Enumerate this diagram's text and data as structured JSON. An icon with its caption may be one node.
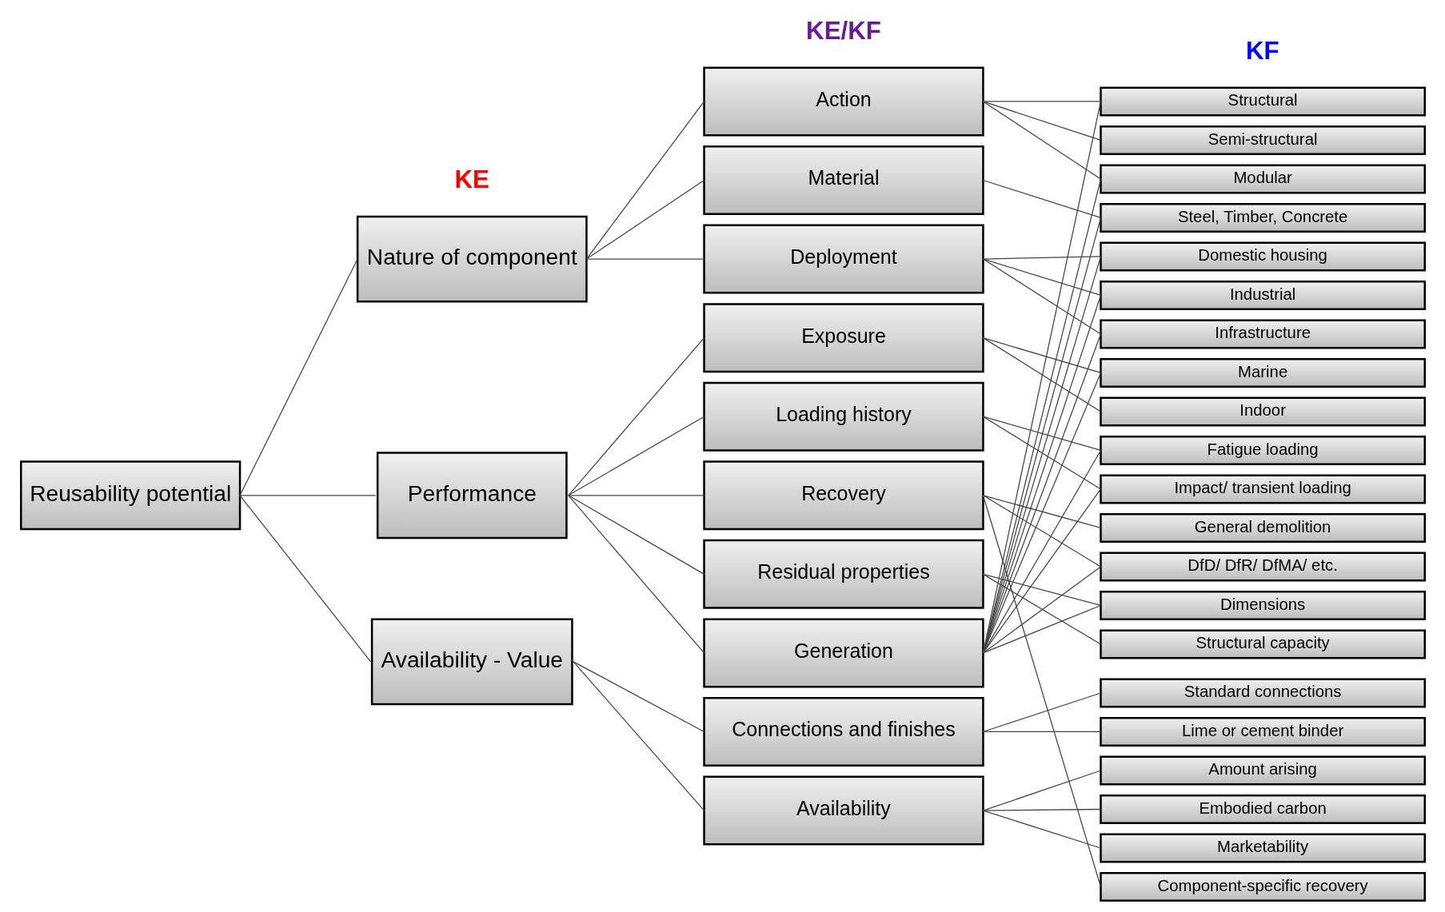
{
  "diagram": {
    "nodes": [
      {
        "text": [
          "Reusability potential"
        ]
      },
      {
        "text": [
          "Nature of component"
        ]
      },
      {
        "text": [
          "Performance"
        ]
      },
      {
        "text": [
          "Availability - Value"
        ]
      },
      {
        "text": [
          "Action"
        ]
      },
      {
        "text": [
          "Material"
        ]
      },
      {
        "text": [
          "Deployment"
        ]
      },
      {
        "text": [
          "Exposure"
        ]
      },
      {
        "text": [
          "Loading history"
        ]
      },
      {
        "text": [
          "Recovery"
        ]
      },
      {
        "text": [
          "Residual properties"
        ]
      },
      {
        "text": [
          "Generation"
        ]
      },
      {
        "text": [
          "Connections and finishes"
        ]
      },
      {
        "text": [
          "Availability"
        ]
      },
      {
        "text": [
          "Structural"
        ]
      },
      {
        "text": [
          "Semi-structural"
        ]
      },
      {
        "text": [
          "Modular"
        ]
      },
      {
        "text": [
          "Steel, Timber, Concrete"
        ]
      },
      {
        "text": [
          "Domestic housing"
        ]
      },
      {
        "text": [
          "Industrial"
        ]
      },
      {
        "text": [
          "Infrastructure"
        ]
      },
      {
        "text": [
          "Marine"
        ]
      },
      {
        "text": [
          "Indoor"
        ]
      },
      {
        "text": [
          "Fatigue loading"
        ]
      },
      {
        "text": [
          "Impact/ transient loading"
        ]
      },
      {
        "text": [
          "General demolition"
        ]
      },
      {
        "text": [
          "DfD/ DfR/ DfMA/ etc."
        ]
      },
      {
        "text": [
          "Dimensions"
        ]
      },
      {
        "text": [
          "Structural capacity"
        ]
      },
      {
        "text": [
          "Standard connections"
        ]
      },
      {
        "text": [
          "Lime or cement binder"
        ]
      },
      {
        "text": [
          "Amount arising"
        ]
      },
      {
        "text": [
          "Embodied carbon"
        ]
      },
      {
        "text": [
          "Marketability"
        ]
      },
      {
        "text": [
          "Component-specific recovery"
        ]
      }
    ],
    "edges": [
      {
        "from": 0,
        "to": 1,
        "arrow": "none"
      },
      {
        "from": 0,
        "to": 2,
        "arrow": "none"
      },
      {
        "from": 0,
        "to": 3,
        "arrow": "none"
      },
      {
        "from": 1,
        "to": 4,
        "arrow": "none"
      },
      {
        "from": 1,
        "to": 5,
        "arrow": "none"
      },
      {
        "from": 1,
        "to": 6,
        "arrow": "none"
      },
      {
        "from": 2,
        "to": 7,
        "arrow": "none"
      },
      {
        "from": 2,
        "to": 8,
        "arrow": "none"
      },
      {
        "from": 2,
        "to": 9,
        "arrow": "none"
      },
      {
        "from": 2,
        "to": 10,
        "arrow": "none"
      },
      {
        "from": 2,
        "to": 11,
        "arrow": "none"
      },
      {
        "from": 3,
        "to": 12,
        "arrow": "none"
      },
      {
        "from": 3,
        "to": 13,
        "arrow": "none"
      },
      {
        "from": 4,
        "to": 14,
        "arrow": "none"
      },
      {
        "from": 4,
        "to": 15,
        "arrow": "none"
      },
      {
        "from": 4,
        "to": 16,
        "arrow": "none"
      },
      {
        "from": 5,
        "to": 17,
        "arrow": "none"
      },
      {
        "from": 6,
        "to": 18,
        "arrow": "none"
      },
      {
        "from": 6,
        "to": 19,
        "arrow": "none"
      },
      {
        "from": 6,
        "to": 20,
        "arrow": "none"
      },
      {
        "from": 7,
        "to": 21,
        "arrow": "none"
      },
      {
        "from": 7,
        "to": 22,
        "arrow": "none"
      },
      {
        "from": 8,
        "to": 23,
        "arrow": "none"
      },
      {
        "from": 8,
        "to": 24,
        "arrow": "none"
      },
      {
        "from": 9,
        "to": 25,
        "arrow": "none"
      },
      {
        "from": 9,
        "to": 26,
        "arrow": "none"
      },
      {
        "from": 9,
        "to": 34,
        "arrow": "none"
      },
      {
        "from": 10,
        "to": 27,
        "arrow": "none"
      },
      {
        "from": 10,
        "to": 28,
        "arrow": "none"
      },
      {
        "from": 11,
        "to": 14,
        "arrow": "none"
      },
      {
        "from": 11,
        "to": 16,
        "arrow": "none"
      },
      {
        "from": 11,
        "to": 17,
        "arrow": "none"
      },
      {
        "from": 11,
        "to": 18,
        "arrow": "none"
      },
      {
        "from": 11,
        "to": 19,
        "arrow": "none"
      },
      {
        "from": 11,
        "to": 20,
        "arrow": "none"
      },
      {
        "from": 11,
        "to": 21,
        "arrow": "none"
      },
      {
        "from": 11,
        "to": 23,
        "arrow": "none"
      },
      {
        "from": 11,
        "to": 24,
        "arrow": "none"
      },
      {
        "from": 11,
        "to": 26,
        "arrow": "none"
      },
      {
        "from": 11,
        "to": 27,
        "arrow": "none"
      },
      {
        "from": 12,
        "to": 29,
        "arrow": "none"
      },
      {
        "from": 12,
        "to": 30,
        "arrow": "none"
      },
      {
        "from": 13,
        "to": 31,
        "arrow": "none"
      },
      {
        "from": 13,
        "to": 32,
        "arrow": "none"
      },
      {
        "from": 13,
        "to": 33,
        "arrow": "none"
      }
    ],
    "labels": [
      "KE",
      "KE/KF",
      "KF"
    ]
  }
}
